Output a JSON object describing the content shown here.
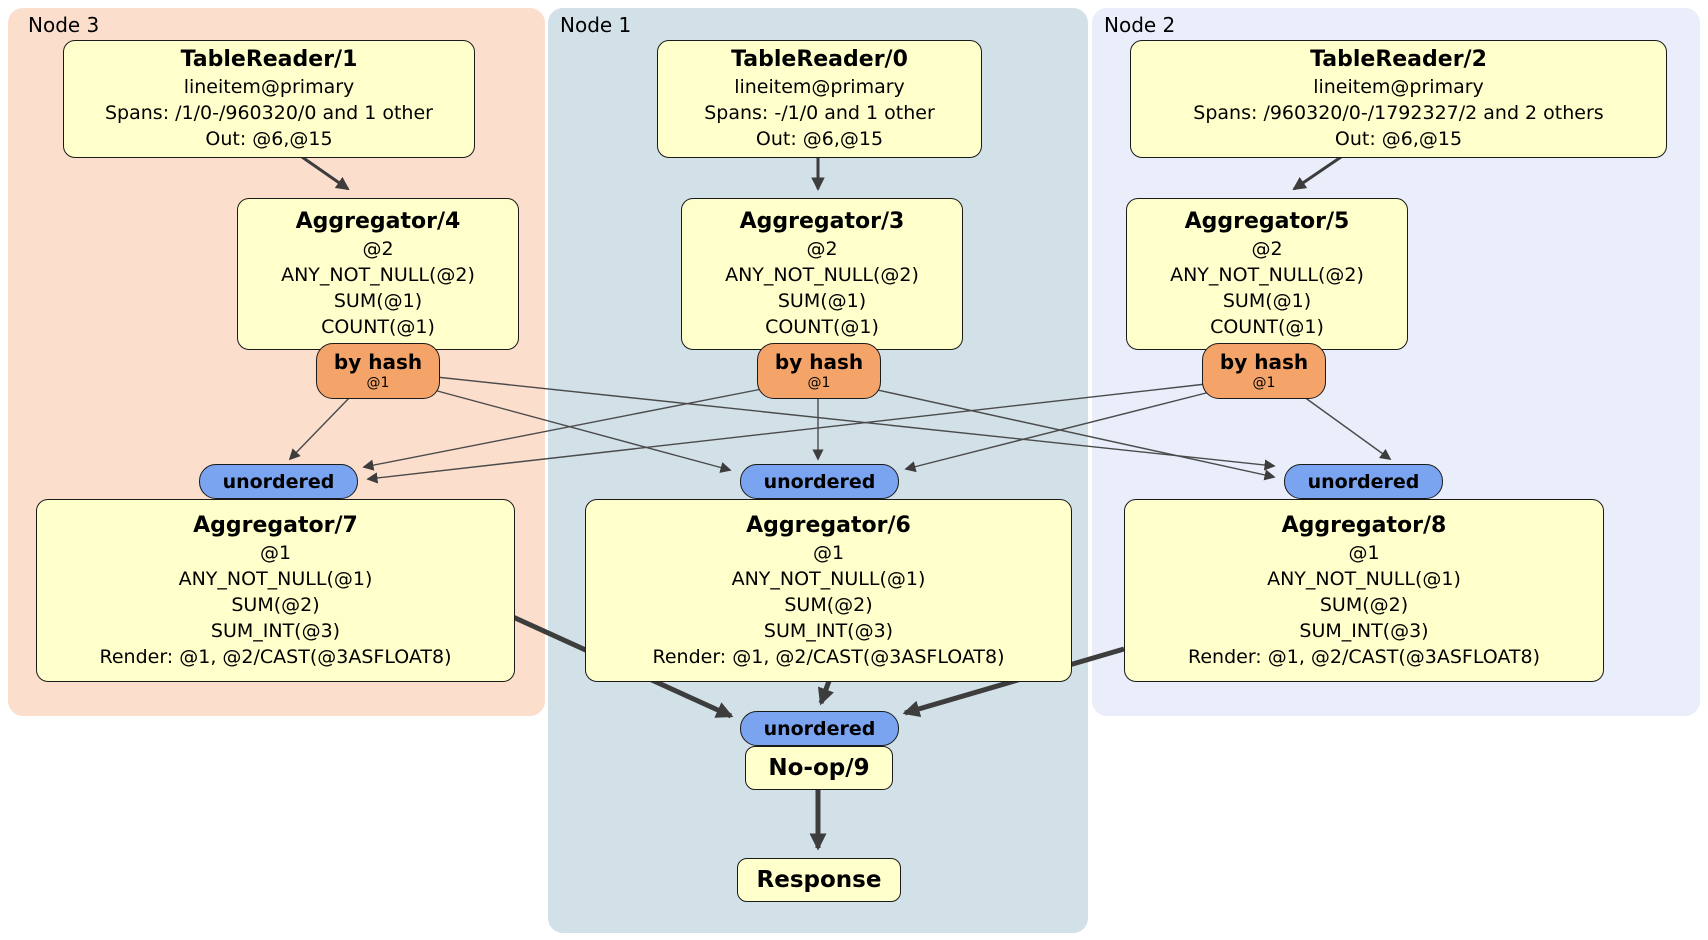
{
  "nodes": [
    {
      "label": "Node 3"
    },
    {
      "label": "Node 1"
    },
    {
      "label": "Node 2"
    }
  ],
  "processors": {
    "tr1": {
      "title": "TableReader/1",
      "lines": [
        "lineitem@primary",
        "Spans: /1/0-/960320/0 and 1 other",
        "Out: @6,@15"
      ]
    },
    "tr0": {
      "title": "TableReader/0",
      "lines": [
        "lineitem@primary",
        "Spans: -/1/0 and 1 other",
        "Out: @6,@15"
      ]
    },
    "tr2": {
      "title": "TableReader/2",
      "lines": [
        "lineitem@primary",
        "Spans: /960320/0-/1792327/2 and 2 others",
        "Out: @6,@15"
      ]
    },
    "ag4": {
      "title": "Aggregator/4",
      "lines": [
        "@2",
        "ANY_NOT_NULL(@2)",
        "SUM(@1)",
        "COUNT(@1)"
      ]
    },
    "ag3": {
      "title": "Aggregator/3",
      "lines": [
        "@2",
        "ANY_NOT_NULL(@2)",
        "SUM(@1)",
        "COUNT(@1)"
      ]
    },
    "ag5": {
      "title": "Aggregator/5",
      "lines": [
        "@2",
        "ANY_NOT_NULL(@2)",
        "SUM(@1)",
        "COUNT(@1)"
      ]
    },
    "ag7": {
      "title": "Aggregator/7",
      "lines": [
        "@1",
        "ANY_NOT_NULL(@1)",
        "SUM(@2)",
        "SUM_INT(@3)",
        "Render: @1, @2/CAST(@3ASFLOAT8)"
      ]
    },
    "ag6": {
      "title": "Aggregator/6",
      "lines": [
        "@1",
        "ANY_NOT_NULL(@1)",
        "SUM(@2)",
        "SUM_INT(@3)",
        "Render: @1, @2/CAST(@3ASFLOAT8)"
      ]
    },
    "ag8": {
      "title": "Aggregator/8",
      "lines": [
        "@1",
        "ANY_NOT_NULL(@1)",
        "SUM(@2)",
        "SUM_INT(@3)",
        "Render: @1, @2/CAST(@3ASFLOAT8)"
      ]
    },
    "noop": {
      "title": "No-op/9"
    },
    "response": {
      "title": "Response"
    }
  },
  "routers": {
    "by_hash": {
      "label": "by hash",
      "key": "@1"
    },
    "sync": {
      "label": "unordered"
    }
  },
  "colors": {
    "node3_bg": "#fcdecd",
    "node1_bg": "#d2e0e8",
    "node2_bg": "#e9eefa",
    "processor_bg": "#ffffcc",
    "router_bg": "#f5a469",
    "sync_bg": "#7aa4f0",
    "edge": "#3d3d3d"
  }
}
